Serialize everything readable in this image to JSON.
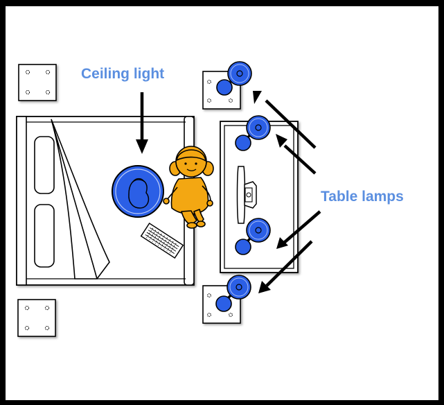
{
  "labels": {
    "ceiling_light": "Ceiling light",
    "table_lamps": "Table lamps"
  },
  "colors": {
    "label_blue": "#5b8fe0",
    "lamp_blue": "#2b5fe6",
    "girl_orange": "#f3a712",
    "frame": "#000000",
    "paper": "#ffffff"
  },
  "icons": {
    "ceiling_light": "ceiling-light-icon",
    "table_lamp": "table-lamp-icon",
    "girl": "girl-figure",
    "keyboard": "keyboard-icon",
    "bed": "bed-icon",
    "nightstand": "nightstand-icon",
    "desk": "desk-icon",
    "monitor": "monitor-icon"
  }
}
